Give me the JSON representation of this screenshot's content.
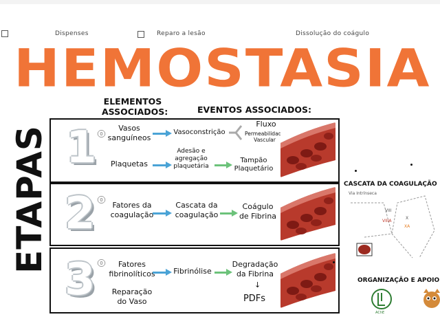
{
  "top_ui": {
    "items": [
      "Dispenses",
      "Reparo a lesão",
      "Dissolução do coágulo"
    ]
  },
  "title": "HEMOSTASIA",
  "side_label": "ETAPAS",
  "headers": {
    "elementos": "ELEMENTOS\nASSOCIADOS:",
    "eventos": "EVENTOS ASSOCIADOS:"
  },
  "stages": [
    {
      "number": "1",
      "degree": "o",
      "rows": [
        {
          "element": "Vasos\nsanguíneos",
          "event": "Vasoconstrição",
          "result": "Fluxo",
          "result_note": "Permeabilidade\nVascular"
        },
        {
          "element": "Plaquetas",
          "event": "Adesão e\nagregação\nplaquetária",
          "result": "Tampão\nPlaquetário"
        }
      ]
    },
    {
      "number": "2",
      "degree": "o",
      "rows": [
        {
          "element": "Fatores da\ncoagulação",
          "event": "Cascata da\ncoagulação",
          "result": "Coágulo\nde Fibrina"
        }
      ]
    },
    {
      "number": "3",
      "degree": "o",
      "rows": [
        {
          "element": "Fatores\nfibrinolíticos",
          "event": "Fibrinólise",
          "result": "Degradação\nda Fibrina",
          "result_extra": "PDFs"
        },
        {
          "element": "Reparação\ndo Vaso"
        }
      ]
    }
  ],
  "cascade": {
    "title": "CASCATA DA COAGULAÇÃO",
    "labels": [
      "Via Intrínseca",
      "VIII",
      "VIIIA",
      "X",
      "XA"
    ]
  },
  "support": {
    "title": "ORGANIZAÇÃO E APOIO:",
    "logo_text": "AChE"
  },
  "colors": {
    "title": "#f07437",
    "arrow_blue": "#4aa3d6",
    "arrow_green": "#6cc27a",
    "vessel": "#a8332c"
  }
}
